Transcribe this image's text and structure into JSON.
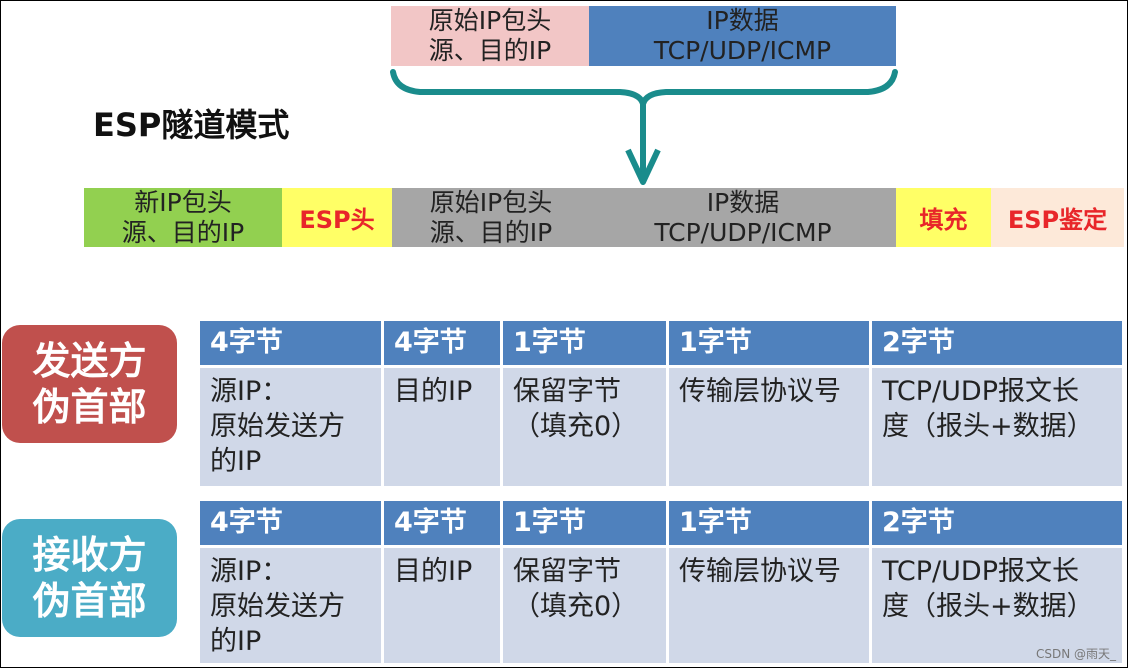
{
  "top_packet": {
    "orig_header_line1": "原始IP包头",
    "orig_header_line2": "源、目的IP",
    "ip_data_line1": "IP数据",
    "ip_data_line2": "TCP/UDP/ICMP"
  },
  "title": "ESP隧道模式",
  "esp_packet": {
    "new_header_line1": "新IP包头",
    "new_header_line2": "源、目的IP",
    "esp_header": "ESP头",
    "orig_header_line1": "原始IP包头",
    "orig_header_line2": "源、目的IP",
    "ip_data_line1": "IP数据",
    "ip_data_line2": "TCP/UDP/ICMP",
    "padding": "填充",
    "esp_auth": "ESP鉴定"
  },
  "sender": {
    "label_line1": "发送方",
    "label_line2": "伪首部",
    "headers": [
      "4字节",
      "4字节",
      "1字节",
      "1字节",
      "2字节"
    ],
    "cells": [
      "源IP：\n原始发送方\n的IP",
      "目的IP",
      "保留字节\n（填充0）",
      "传输层协议号",
      "TCP/UDP报文长\n度（报头+数据）"
    ]
  },
  "receiver": {
    "label_line1": "接收方",
    "label_line2": "伪首部",
    "headers": [
      "4字节",
      "4字节",
      "1字节",
      "1字节",
      "2字节"
    ],
    "cells": [
      "源IP：\n原始发送方\n的IP",
      "目的IP",
      "保留字节\n（填充0）",
      "传输层协议号",
      "TCP/UDP报文长\n度（报头+数据）"
    ]
  },
  "watermark": "CSDN @雨天_",
  "colors": {
    "pink": "#f2c6c6",
    "blue": "#4f81bd",
    "green": "#92d050",
    "yellow": "#ffff66",
    "gray": "#a6a6a6",
    "peach": "#fde9d9",
    "teal": "#1a8c8c",
    "sender_red": "#c0504d",
    "receiver_teal": "#4bacc6"
  }
}
